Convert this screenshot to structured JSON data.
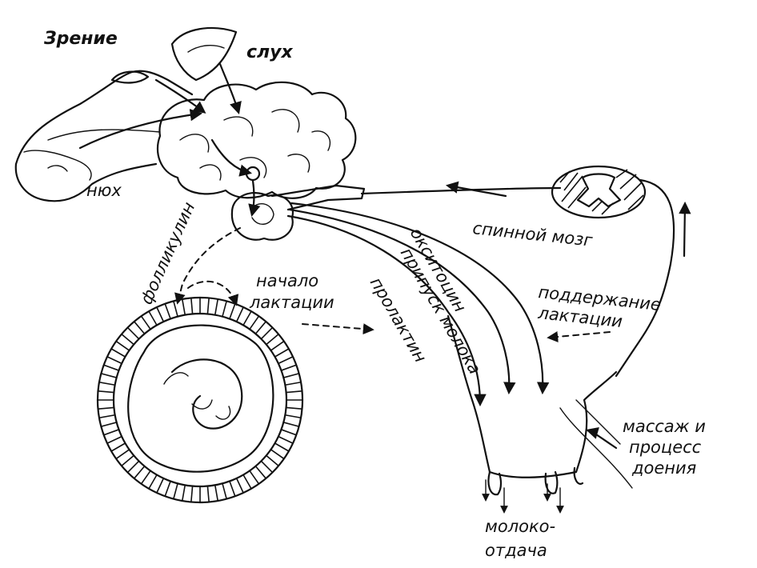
{
  "labels": {
    "vision": "Зрение",
    "hearing": "слух",
    "smell": "нюх",
    "spinal_cord": "спинной мозг",
    "follicle": "фолликулин",
    "lactation_start_1": "начало",
    "lactation_start_2": "лактации",
    "oxytocin": "окситоцин",
    "letdown": "припуск молока",
    "prolactin": "пролактин",
    "maintenance_1": "поддержание",
    "maintenance_2": "лактации",
    "massage_1": "массаж и",
    "massage_2": "процесс",
    "massage_3": "доения",
    "milk_1": "молоко-",
    "milk_2": "отдача"
  }
}
